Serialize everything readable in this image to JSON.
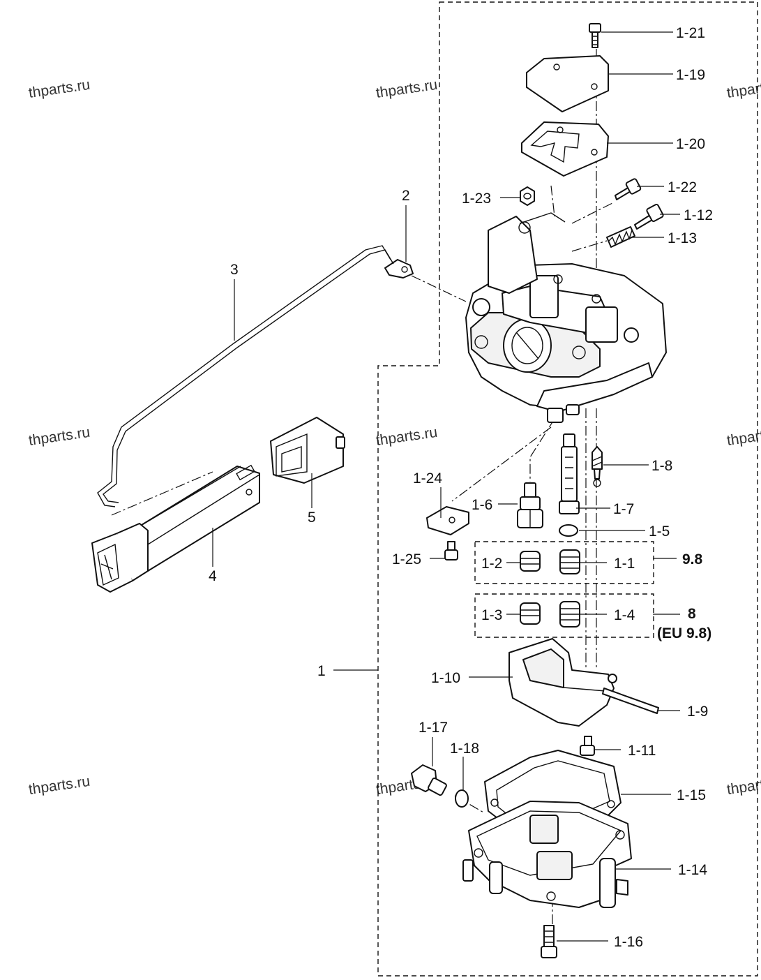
{
  "watermarks": [
    "thparts.ru",
    "thparts.ru",
    "thparts.ru",
    "thparts.ru",
    "thparts.ru",
    "thparts.ru",
    "thparts.ru",
    "thparts.ru",
    "thparts.ru"
  ],
  "labels": {
    "p1_21": "1-21",
    "p1_19": "1-19",
    "p1_20": "1-20",
    "p1_22": "1-22",
    "p1_23": "1-23",
    "p1_12": "1-12",
    "p1_13": "1-13",
    "p2": "2",
    "p3": "3",
    "p1_8": "1-8",
    "p1_24": "1-24",
    "p1_6": "1-6",
    "p1_7": "1-7",
    "p1_5": "1-5",
    "p5": "5",
    "p4": "4",
    "p1_25": "1-25",
    "p1_2": "1-2",
    "p1_1": "1-1",
    "p1_3": "1-3",
    "p1_4": "1-4",
    "p1": "1",
    "p1_10": "1-10",
    "p1_9": "1-9",
    "p1_11": "1-11",
    "p1_17": "1-17",
    "p1_18": "1-18",
    "p1_15": "1-15",
    "p1_14": "1-14",
    "p1_16": "1-16"
  },
  "variants": {
    "a": "9.8",
    "b": "8",
    "b_note": "(EU 9.8)"
  }
}
